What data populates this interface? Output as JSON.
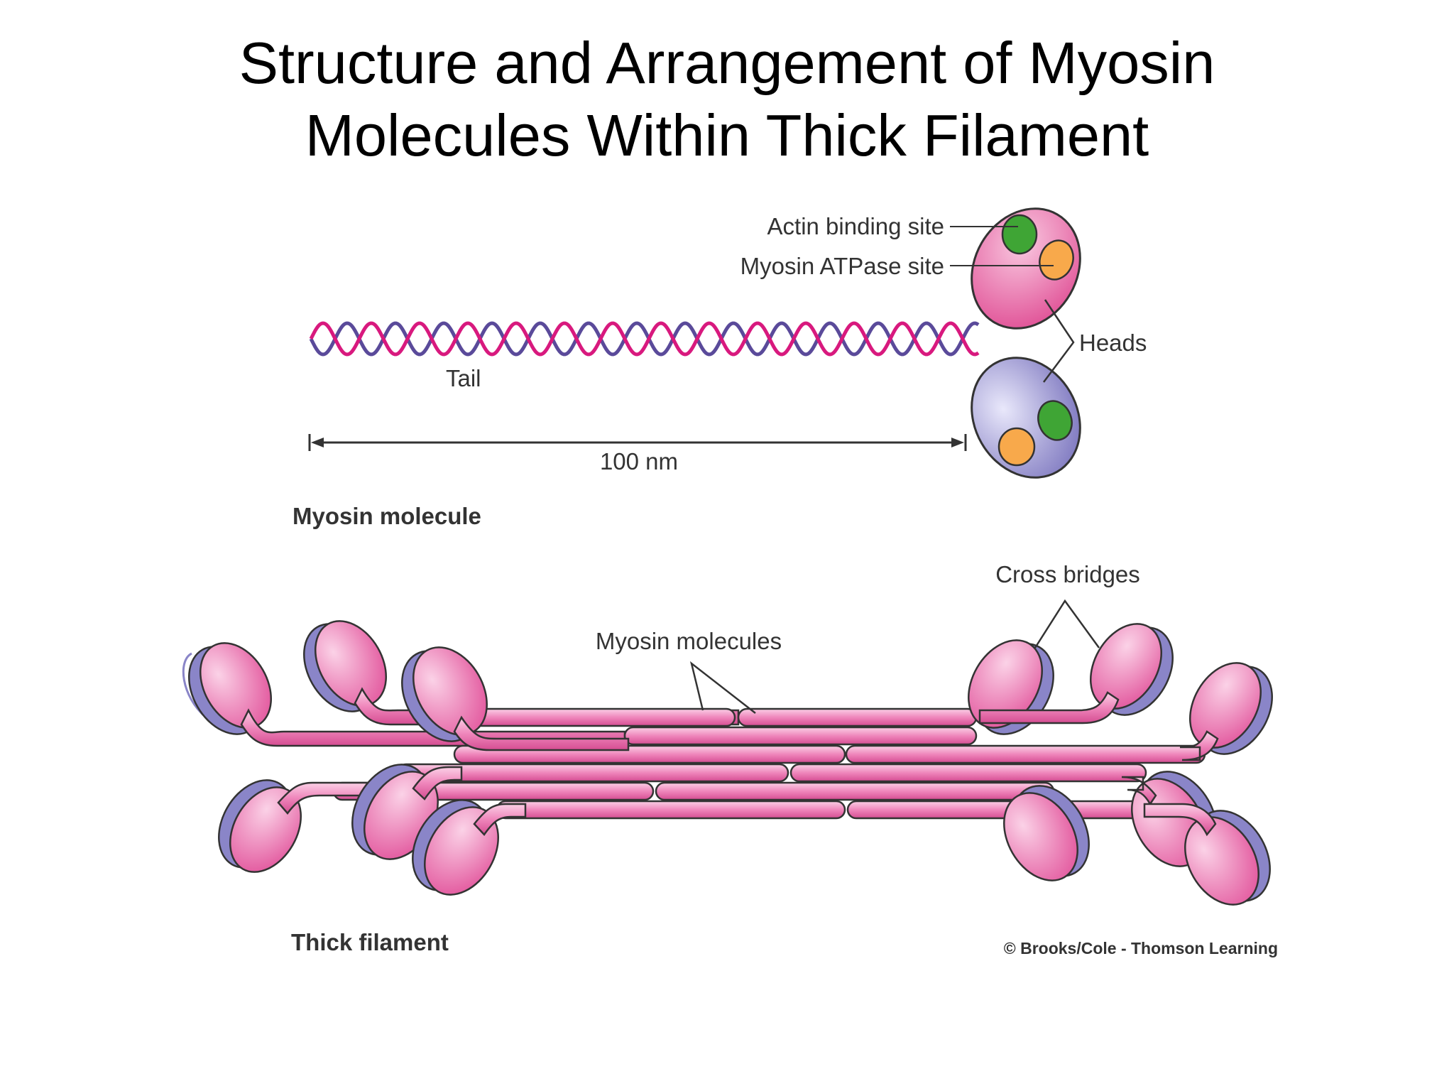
{
  "title": {
    "line1": "Structure and Arrangement of Myosin",
    "line2": "Molecules Within Thick Filament"
  },
  "molecule": {
    "actin_binding_site": "Actin binding site",
    "atpase_site": "Myosin ATPase site",
    "heads": "Heads",
    "tail": "Tail",
    "scale": "100 nm",
    "caption": "Myosin molecule"
  },
  "filament": {
    "cross_bridges": "Cross bridges",
    "myosin_molecules": "Myosin molecules",
    "caption": "Thick filament"
  },
  "credit": "© Brooks/Cole - Thomson Learning",
  "colors": {
    "pink": "#e8559b",
    "pink_light": "#f7b3d5",
    "purple": "#8a85c8",
    "purple_light": "#d6d4f2",
    "green": "#3fa535",
    "orange": "#f8a94b",
    "strand_pink": "#d8197e",
    "strand_purple": "#5a4a9a"
  }
}
